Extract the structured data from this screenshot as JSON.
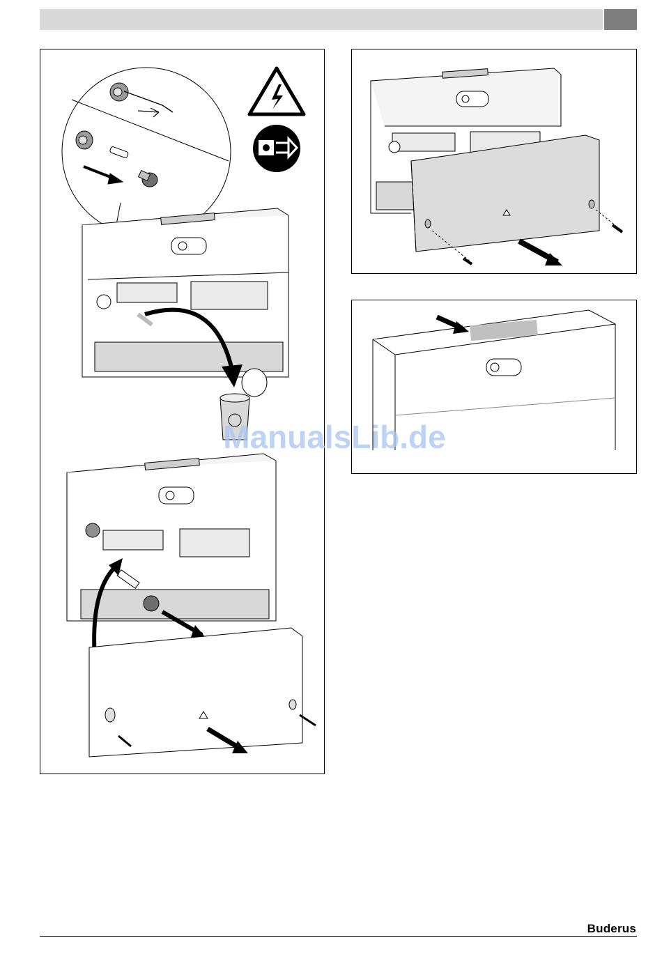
{
  "header": {
    "bar_color": "#d9d9d9",
    "tab_color": "#7f7f7f"
  },
  "figures": [
    {
      "name": "fuse-replacement",
      "icons": [
        "high-voltage-warning-icon",
        "unplug-mains-icon"
      ]
    },
    {
      "name": "cover-mounting"
    },
    {
      "name": "top-cover-insert"
    }
  ],
  "watermark": {
    "text": "ManualsLib.de"
  },
  "footer": {
    "brand": "Buderus"
  }
}
